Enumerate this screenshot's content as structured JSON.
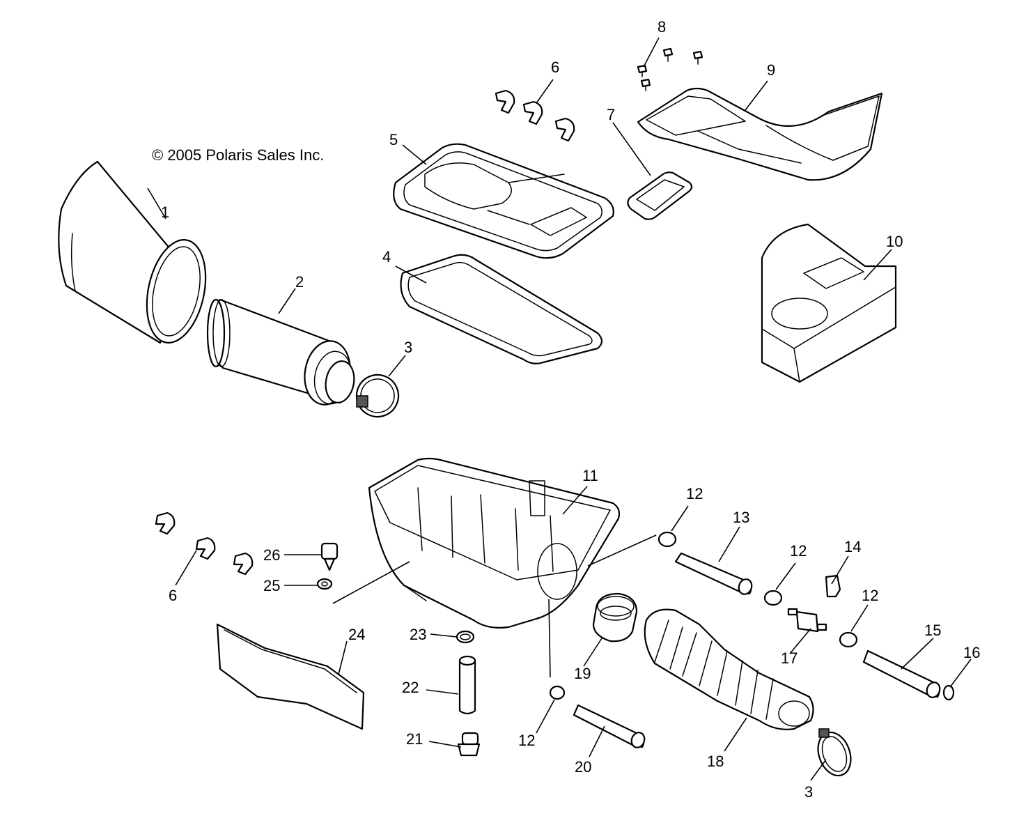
{
  "copyright": "© 2005 Polaris Sales Inc.",
  "callouts": {
    "c1": "1",
    "c2": "2",
    "c3a": "3",
    "c3b": "3",
    "c4": "4",
    "c5": "5",
    "c6a": "6",
    "c6b": "6",
    "c7": "7",
    "c8": "8",
    "c9": "9",
    "c10": "10",
    "c11": "11",
    "c12a": "12",
    "c12b": "12",
    "c12c": "12",
    "c12d": "12",
    "c13": "13",
    "c14": "14",
    "c15": "15",
    "c16": "16",
    "c17": "17",
    "c18": "18",
    "c19": "19",
    "c20": "20",
    "c21": "21",
    "c22": "22",
    "c23": "23",
    "c24": "24",
    "c25": "25",
    "c26": "26"
  }
}
